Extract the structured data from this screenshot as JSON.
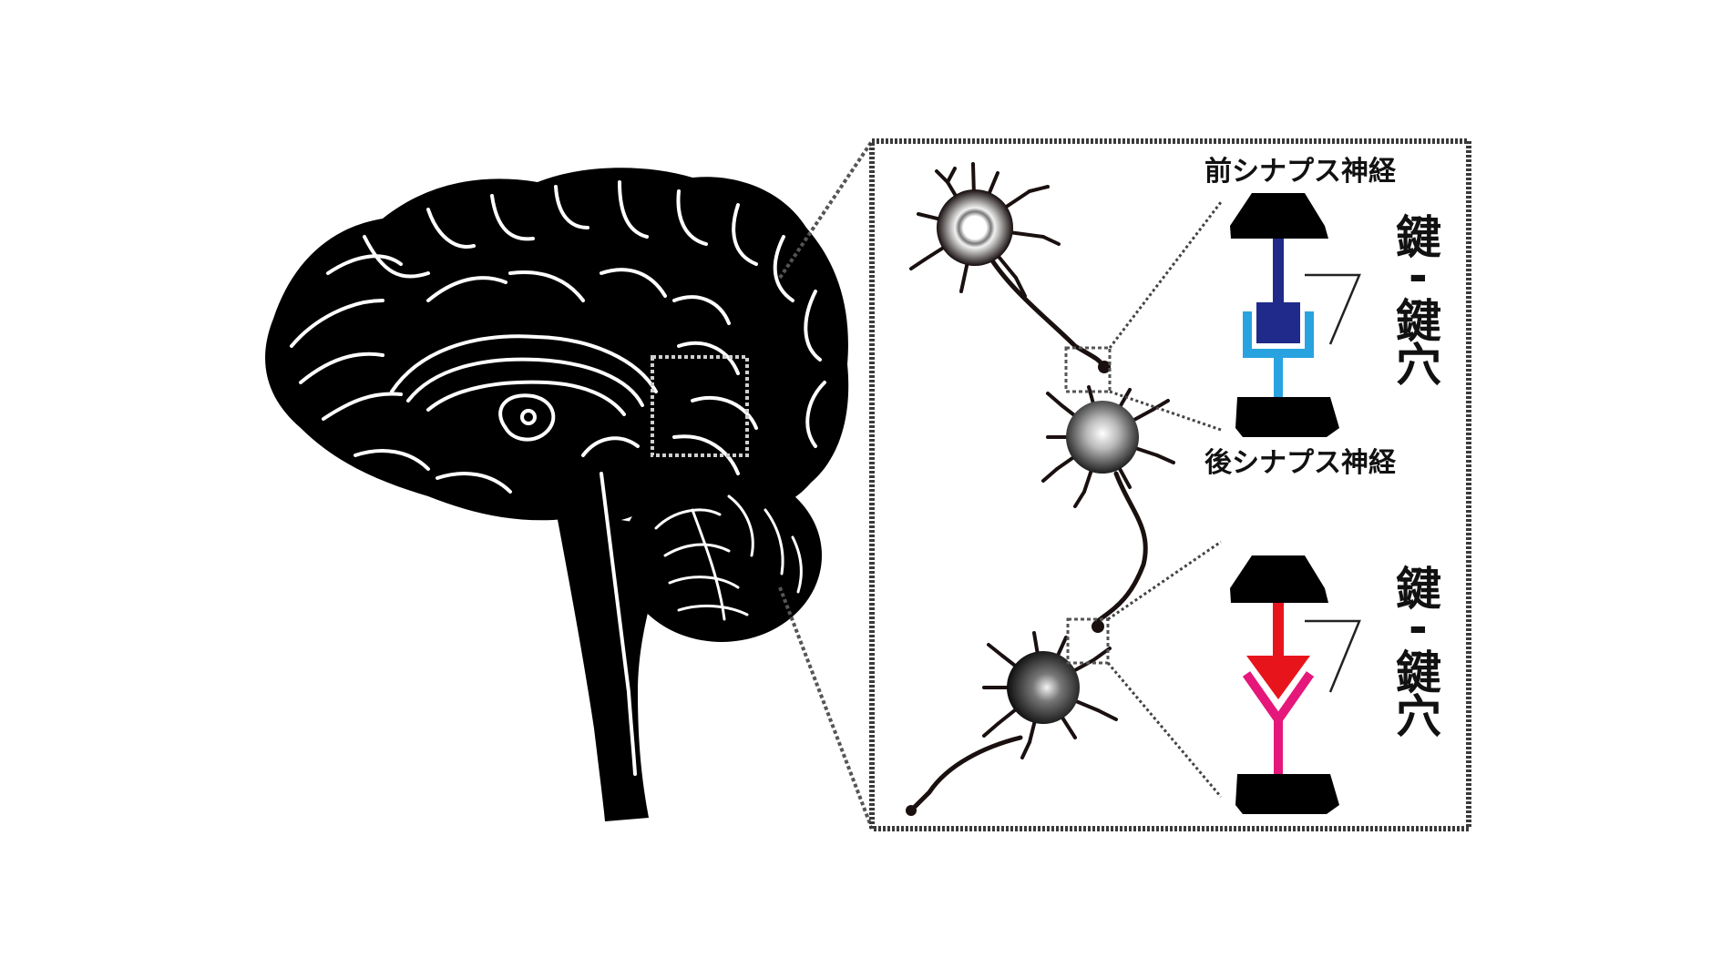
{
  "labels": {
    "presynaptic": "前シナプス神経",
    "postsynaptic": "後シナプス神経"
  },
  "key_lock_top": {
    "key": "鍵",
    "dash": "-",
    "lock_1": "鍵",
    "lock_2": "穴"
  },
  "key_lock_bottom": {
    "key": "鍵",
    "dash": "-",
    "lock_1": "鍵",
    "lock_2": "穴"
  },
  "colors": {
    "silhouette": "#000000",
    "brain_lines": "#ffffff",
    "panel_border": "#3a3a3a",
    "axon": "#1a1010",
    "key_top": "#1f2a8a",
    "lock_top": "#29a3e0",
    "key_bottom": "#e8141c",
    "lock_bottom": "#e5177a"
  }
}
